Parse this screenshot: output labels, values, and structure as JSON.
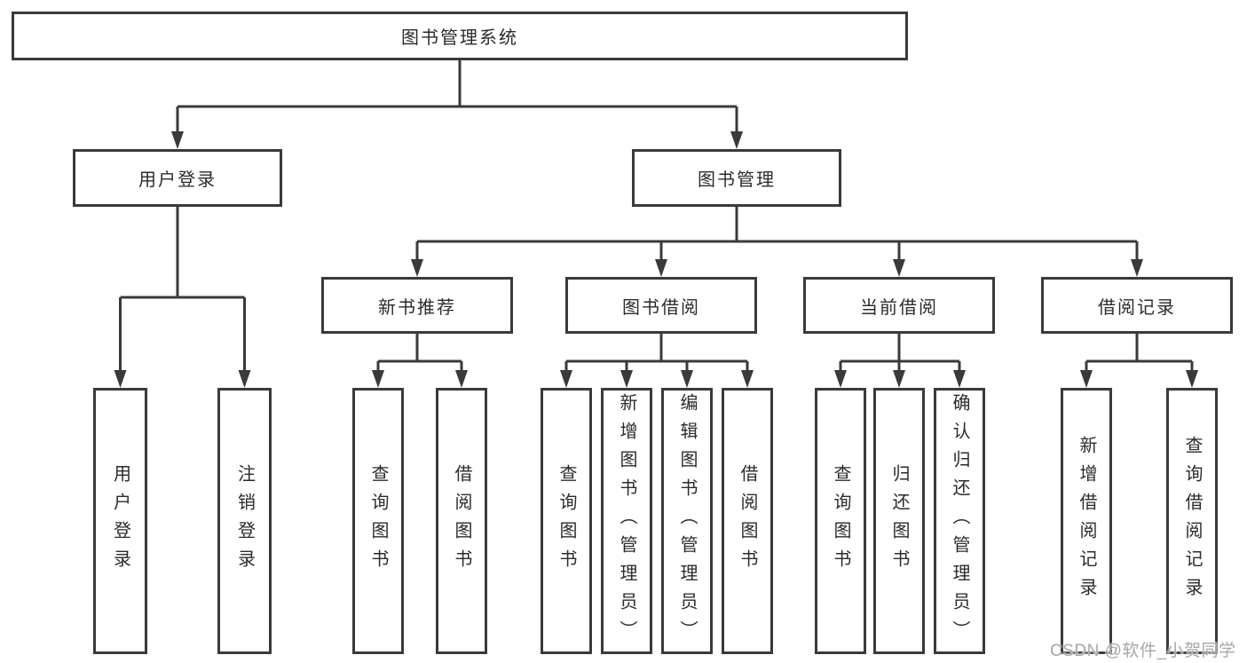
{
  "tree": {
    "label": "图书管理系统",
    "children": [
      {
        "label": "用户登录",
        "children": [
          {
            "label": "用户登录"
          },
          {
            "label": "注销登录"
          }
        ]
      },
      {
        "label": "图书管理",
        "children": [
          {
            "label": "新书推荐",
            "children": [
              {
                "label": "查询图书"
              },
              {
                "label": "借阅图书"
              }
            ]
          },
          {
            "label": "图书借阅",
            "children": [
              {
                "label": "查询图书"
              },
              {
                "label": "新增图书（管理员）"
              },
              {
                "label": "编辑图书（管理员）"
              },
              {
                "label": "借阅图书"
              }
            ]
          },
          {
            "label": "当前借阅",
            "children": [
              {
                "label": "查询图书"
              },
              {
                "label": "归还图书"
              },
              {
                "label": "确认归还（管理员）"
              }
            ]
          },
          {
            "label": "借阅记录",
            "children": [
              {
                "label": "新增借阅记录"
              },
              {
                "label": "查询借阅记录"
              }
            ]
          }
        ]
      }
    ]
  },
  "watermark": {
    "text": "CSDN @软件_小贺同学"
  },
  "colors": {
    "line": "#3a3a3a",
    "box_border": "#3a3a3a",
    "box_fill": "#ffffff",
    "text": "#2b2b2b",
    "background": "#ffffff",
    "watermark": "#9e9e9e"
  }
}
